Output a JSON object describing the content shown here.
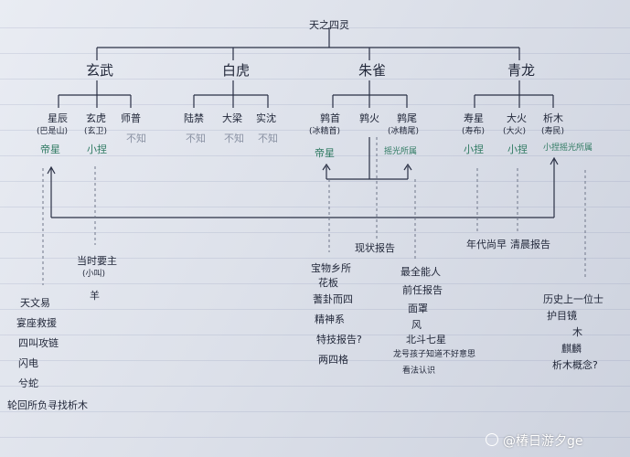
{
  "root": "天之四灵",
  "sections": [
    {
      "title": "玄武",
      "generals": [
        {
          "name": "星辰",
          "alias": "(巴是山)",
          "note": "帝星",
          "color": "green"
        },
        {
          "name": "玄虎",
          "alias": "(玄卫)",
          "note": "小捏",
          "color": "green"
        },
        {
          "name": "师普",
          "alias": "",
          "note": "不知",
          "color": "light"
        }
      ]
    },
    {
      "title": "白虎",
      "generals": [
        {
          "name": "陆禁",
          "alias": "",
          "note": "不知",
          "color": "light"
        },
        {
          "name": "大梁",
          "alias": "",
          "note": "不知",
          "color": "light"
        },
        {
          "name": "实沈",
          "alias": "",
          "note": "不知",
          "color": "light"
        }
      ]
    },
    {
      "title": "朱雀",
      "generals": [
        {
          "name": "鹑首",
          "alias": "(冰精首)",
          "note": "帝星",
          "color": "green"
        },
        {
          "name": "鹑火",
          "alias": "",
          "note": "",
          "color": "light"
        },
        {
          "name": "鹑尾",
          "alias": "(冰精尾)",
          "note": "摇光所属",
          "color": "green"
        }
      ]
    },
    {
      "title": "青龙",
      "generals": [
        {
          "name": "寿星",
          "alias": "(寿布)",
          "note": "小捏",
          "color": "green"
        },
        {
          "name": "大火",
          "alias": "(大火)",
          "note": "小捏",
          "color": "green"
        },
        {
          "name": "析木",
          "alias": "(寿民)",
          "note": "小捏摇光所属",
          "color": "green"
        }
      ]
    }
  ],
  "notes": {
    "xuanwu_left": [
      "天文易",
      "宴座救援",
      "四叫攻链",
      "闪电",
      "兮蛇",
      "轮回所负寻找析木"
    ],
    "xuanwu_mid": [
      "当时要主",
      "(小叫)",
      "羊"
    ],
    "zhuque_left": [
      "宝物乡所",
      "花板",
      "蓍卦而四",
      "精神系",
      "特技报告?",
      "两四格"
    ],
    "zhuque_mid_label": "现状报告",
    "zhuque_right": [
      "最全能人",
      "前任报告",
      "面罩",
      "风",
      "北斗七星",
      "龙号孩子知道不好意思",
      "看法认识"
    ],
    "qinglong_a": "年代尚早",
    "qinglong_b": "清晨报告",
    "qinglong_c": [
      "历史上一位士",
      "护目镜",
      "木",
      "麒麟",
      "析木概念?"
    ]
  },
  "watermark": "@椿日游夕ge"
}
